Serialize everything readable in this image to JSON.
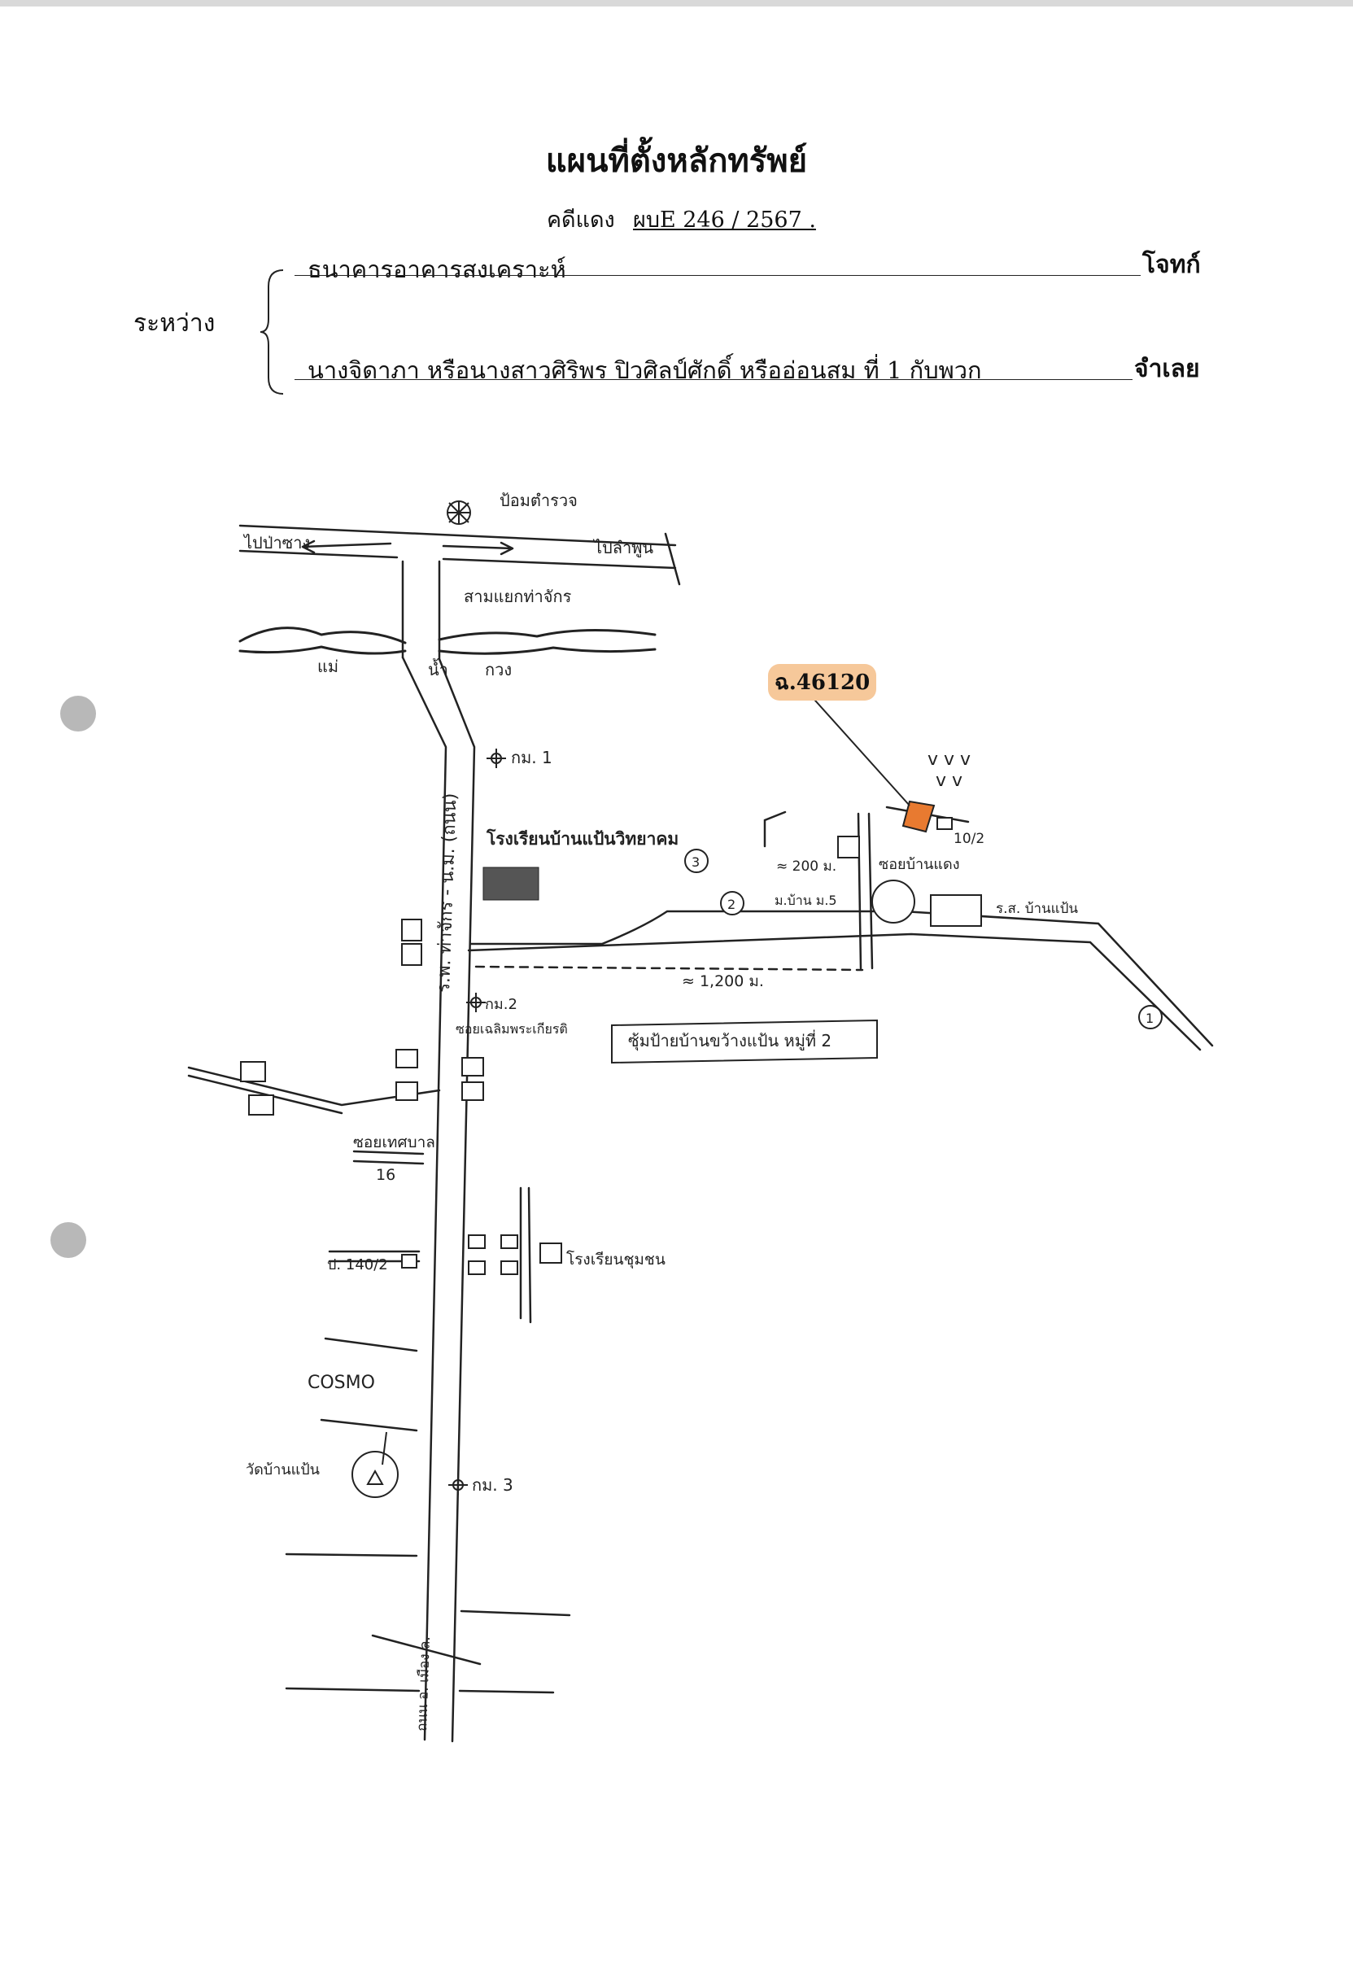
{
  "document": {
    "title": "แผนที่ตั้งหลักทรัพย์",
    "case_label": "คดีแดง",
    "case_number": "ผบE 246 / 2567 .",
    "between_label": "ระหว่าง",
    "plaintiff_name": "ธนาคารอาคารสงเคราะห์",
    "plaintiff_role": "โจทก์",
    "defendant_name": "นางจิดาภา หรือนางสาวศิริพร ปิวศิลป์ศักดิ์ หรืออ่อนสม ที่ 1 กับพวก",
    "defendant_role": "จำเลย"
  },
  "map": {
    "parcel_label": "ฉ.46120",
    "police_booth": "ป้อมตำรวจ",
    "to_pa_chang": "ไปป่าซาง",
    "to_lamphun": "ไปลำพูน",
    "junction": "สามแยกท่าจักร",
    "river_left": "แม่",
    "river_right_1": "น้ำ",
    "river_right_2": "กวง",
    "km1": "กม. 1",
    "road_name": "ร.พ. ท่าจักร - น.ม. (ถนน)",
    "school": "โรงเรียนบ้านแป้นวิทยาคม",
    "num3": "3",
    "num2": "2",
    "num1": "1",
    "dist_200": "≈ 200 ม.",
    "village_label": "ม.บ้าน ม.5",
    "dist_1200": "≈ 1,200 ม.",
    "alley_house": "ซอยบ้านแดง",
    "rs_hospital": "ร.ส. บ้านแป้น",
    "km2": "กม.2",
    "soi_chalerm": "ซอยเฉลิมพระเกียรติ",
    "arch_sign": "ซุ้มป้ายบ้านขว้างแป้น หมู่ที่ 2",
    "soi_thesaban": "ซอยเทศบาล",
    "soi_16": "16",
    "p_140_2": "ป. 140/2",
    "soi_school": "โรงเรียนชุมชน",
    "cosmo": "COSMO",
    "temple": "วัดบ้านแป้น",
    "km3": "กม. 3",
    "house_10_2": "10/2",
    "bottom_road": "ถนน อ. เมือง ล."
  }
}
